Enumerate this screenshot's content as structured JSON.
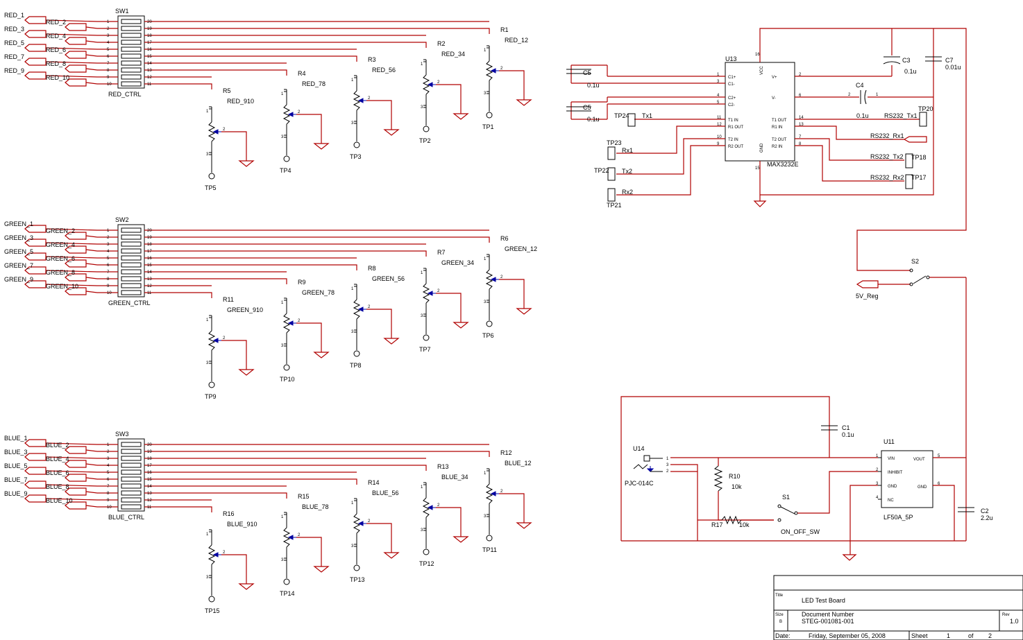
{
  "colors": {
    "wire": "#b00000",
    "body": "#000000",
    "wiper": "#0000a0"
  },
  "banks": [
    {
      "switch_ref": "SW1",
      "switch_name": "RED_CTRL",
      "connectors": [
        "RED_1",
        "RED_2",
        "RED_3",
        "RED_4",
        "RED_5",
        "RED_6",
        "RED_7",
        "RED_8",
        "RED_9",
        "RED_10"
      ],
      "pots": [
        {
          "ref": "R5",
          "value": "RED_910",
          "tp": "TP5"
        },
        {
          "ref": "R4",
          "value": "RED_78",
          "tp": "TP4"
        },
        {
          "ref": "R3",
          "value": "RED_56",
          "tp": "TP3"
        },
        {
          "ref": "R2",
          "value": "RED_34",
          "tp": "TP2"
        },
        {
          "ref": "R1",
          "value": "RED_12",
          "tp": "TP1"
        }
      ]
    },
    {
      "switch_ref": "SW2",
      "switch_name": "GREEN_CTRL",
      "connectors": [
        "GREEN_1",
        "GREEN_2",
        "GREEN_3",
        "GREEN_4",
        "GREEN_5",
        "GREEN_6",
        "GREEN_7",
        "GREEN_8",
        "GREEN_9",
        "GREEN_10"
      ],
      "pots": [
        {
          "ref": "R11",
          "value": "GREEN_910",
          "tp": "TP9"
        },
        {
          "ref": "R9",
          "value": "GREEN_78",
          "tp": "TP10"
        },
        {
          "ref": "R8",
          "value": "GREEN_56",
          "tp": "TP8"
        },
        {
          "ref": "R7",
          "value": "GREEN_34",
          "tp": "TP7"
        },
        {
          "ref": "R6",
          "value": "GREEN_12",
          "tp": "TP6"
        }
      ]
    },
    {
      "switch_ref": "SW3",
      "switch_name": "BLUE_CTRL",
      "connectors": [
        "BLUE_1",
        "BLUE_2",
        "BLUE_3",
        "BLUE_4",
        "BLUE_5",
        "BLUE_6",
        "BLUE_7",
        "BLUE_8",
        "BLUE_9",
        "BLUE_10"
      ],
      "pots": [
        {
          "ref": "R16",
          "value": "BLUE_910",
          "tp": "TP15"
        },
        {
          "ref": "R15",
          "value": "BLUE_78",
          "tp": "TP14"
        },
        {
          "ref": "R14",
          "value": "BLUE_56",
          "tp": "TP13"
        },
        {
          "ref": "R13",
          "value": "BLUE_34",
          "tp": "TP12"
        },
        {
          "ref": "R12",
          "value": "BLUE_12",
          "tp": "TP11"
        }
      ]
    }
  ],
  "pot_pins": [
    "1",
    "2",
    "3"
  ],
  "switch_pins_left": [
    "1",
    "2",
    "3",
    "4",
    "5",
    "6",
    "7",
    "8",
    "9",
    "10"
  ],
  "switch_pins_right": [
    "20",
    "19",
    "18",
    "17",
    "16",
    "15",
    "14",
    "13",
    "12",
    "11"
  ],
  "max232": {
    "ref": "U13",
    "part": "MAX3232E",
    "vcc": "VCC",
    "gnd": "GND",
    "vcc_pin": "16",
    "gnd_pin": "15",
    "left_pins": [
      {
        "num": "1",
        "name": "C1+"
      },
      {
        "num": "3",
        "name": "C1-"
      },
      {
        "num": "4",
        "name": "C2+"
      },
      {
        "num": "5",
        "name": "C2-"
      },
      {
        "num": "11",
        "name": "T1 IN"
      },
      {
        "num": "12",
        "name": "R1 OUT"
      },
      {
        "num": "10",
        "name": "T2 IN"
      },
      {
        "num": "9",
        "name": "R2 OUT"
      }
    ],
    "right_pins": [
      {
        "num": "2",
        "name": "V+"
      },
      {
        "num": "6",
        "name": "V-"
      },
      {
        "num": "14",
        "name": "T1 OUT"
      },
      {
        "num": "13",
        "name": "R1 IN"
      },
      {
        "num": "7",
        "name": "T2 OUT"
      },
      {
        "num": "8",
        "name": "R2 IN"
      }
    ]
  },
  "caps": {
    "c5a": {
      "ref": "C5",
      "value": "0.1u"
    },
    "c5b": {
      "ref": "C5",
      "value": "0.1u"
    },
    "c3": {
      "ref": "C3",
      "value": "0.1u"
    },
    "c7": {
      "ref": "C7",
      "value": "0.01u"
    },
    "c4": {
      "ref": "C4",
      "value": "0.1u",
      "pin_a": "2",
      "pin_b": "1"
    },
    "c1": {
      "ref": "C1",
      "value": "0.1u"
    },
    "c2": {
      "ref": "C2",
      "value": "2.2u"
    }
  },
  "testpoints": {
    "tp24": {
      "ref": "TP24",
      "net": "Tx1"
    },
    "tp23": {
      "ref": "TP23",
      "net": "Rx1"
    },
    "tp22": {
      "ref": "TP22",
      "net": "Tx2"
    },
    "tp21": {
      "ref": "TP21",
      "net": "Rx2"
    },
    "tp20": {
      "ref": "TP20",
      "net": "RS232_Tx1"
    },
    "tp18": {
      "ref": "TP18",
      "net": "RS232_Tx2"
    },
    "tp17": {
      "ref": "TP17",
      "net": "RS232_Rx2"
    }
  },
  "rs232_rx1": "RS232_Rx1",
  "s2": {
    "ref": "S2",
    "net": "5V_Reg"
  },
  "u14": {
    "ref": "U14",
    "part": "PJC-014C",
    "pins": [
      "1",
      "3",
      "2"
    ]
  },
  "r10": {
    "ref": "R10",
    "value": "10k"
  },
  "r17": {
    "ref": "R17",
    "value": "10k"
  },
  "s1": {
    "ref": "S1",
    "name": "ON_OFF_SW"
  },
  "u11": {
    "ref": "U11",
    "part": "LF50A_5P",
    "pins": [
      {
        "num": "1",
        "name": "VIN"
      },
      {
        "num": "2",
        "name": "INHIBIT"
      },
      {
        "num": "3",
        "name": "GND"
      },
      {
        "num": "4",
        "name": "NC"
      },
      {
        "num": "5",
        "name": "VOUT"
      },
      {
        "num": "6",
        "name": "GND"
      }
    ]
  },
  "titleblock": {
    "title_label": "Title",
    "title": "LED Test Board",
    "size_label": "Size",
    "size": "B",
    "docnum_label": "Document Number",
    "docnum": "STEG-001081-001",
    "rev_label": "Rev",
    "rev": "1.0",
    "date_label": "Date:",
    "date": "Friday, September 05, 2008",
    "sheet_label": "Sheet",
    "sheet": "1",
    "of_label": "of",
    "sheets": "2"
  }
}
